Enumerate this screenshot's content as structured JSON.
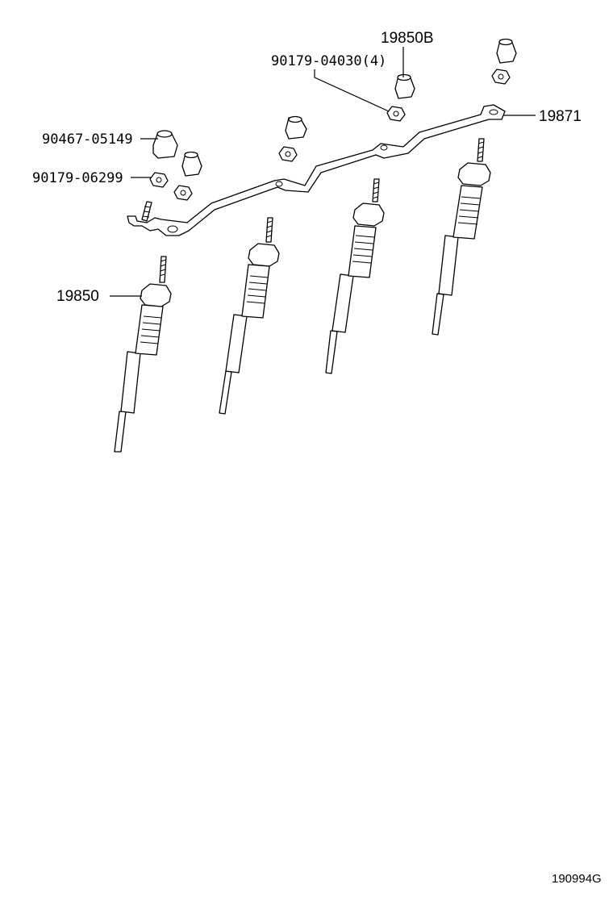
{
  "labels": {
    "glow_plug_b": "19850B",
    "nut_4": "90179-04030(4)",
    "connector_plate": "19871",
    "plug_cap": "90467-05149",
    "nut_6": "90179-06299",
    "glow_plug": "19850"
  },
  "diagram_code": "190994G"
}
